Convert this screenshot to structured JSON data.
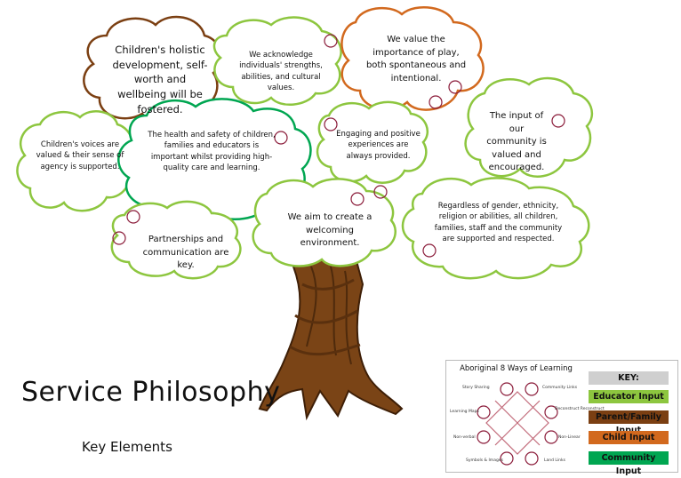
{
  "title": "Service Philosophy",
  "subtitle": "Key Elements",
  "colors": {
    "educator": "#8dc63f",
    "parent_family": "#7b3f12",
    "child": "#d2691e",
    "community": "#00a651",
    "tree_trunk": "#7a4416",
    "key_header": "#cfcfcf"
  },
  "bubbles": {
    "holistic": "Children's holistic development, self-worth and wellbeing will be fostered.",
    "acknowledge": "We acknowledge individuals' strengths, abilities, and cultural values.",
    "play": "We value the importance of play, both spontaneous and intentional.",
    "community_input": "The input of our community is valued and encouraged.",
    "voices": "Children's voices are valued & their sense of agency is supported.",
    "health": "The health and safety of children, families and educators is important whilst providing high-quality care and learning.",
    "engaging": "Engaging and positive experiences are always provided.",
    "regardless": "Regardless of gender, ethnicity, religion or abilities, all children, families, staff and the community are supported and respected.",
    "welcoming": "We aim to create a welcoming environment.",
    "partnerships": "Partnerships and communication are key."
  },
  "legend": {
    "wheel_title": "Aboriginal 8 Ways of Learning",
    "wheel_labels": [
      "Story Sharing",
      "Community Links",
      "Learning Maps",
      "Deconstruct Reconstruct",
      "Non-verbal",
      "Non-Linear",
      "Symbols & Images",
      "Land Links"
    ],
    "key_title": "KEY:",
    "items": [
      {
        "label": "Educator Input",
        "color": "#8dc63f"
      },
      {
        "label": "Parent/Family Input",
        "color": "#7b3f12"
      },
      {
        "label": "Child Input",
        "color": "#d2691e"
      },
      {
        "label": "Community Input",
        "color": "#00a651"
      }
    ]
  }
}
